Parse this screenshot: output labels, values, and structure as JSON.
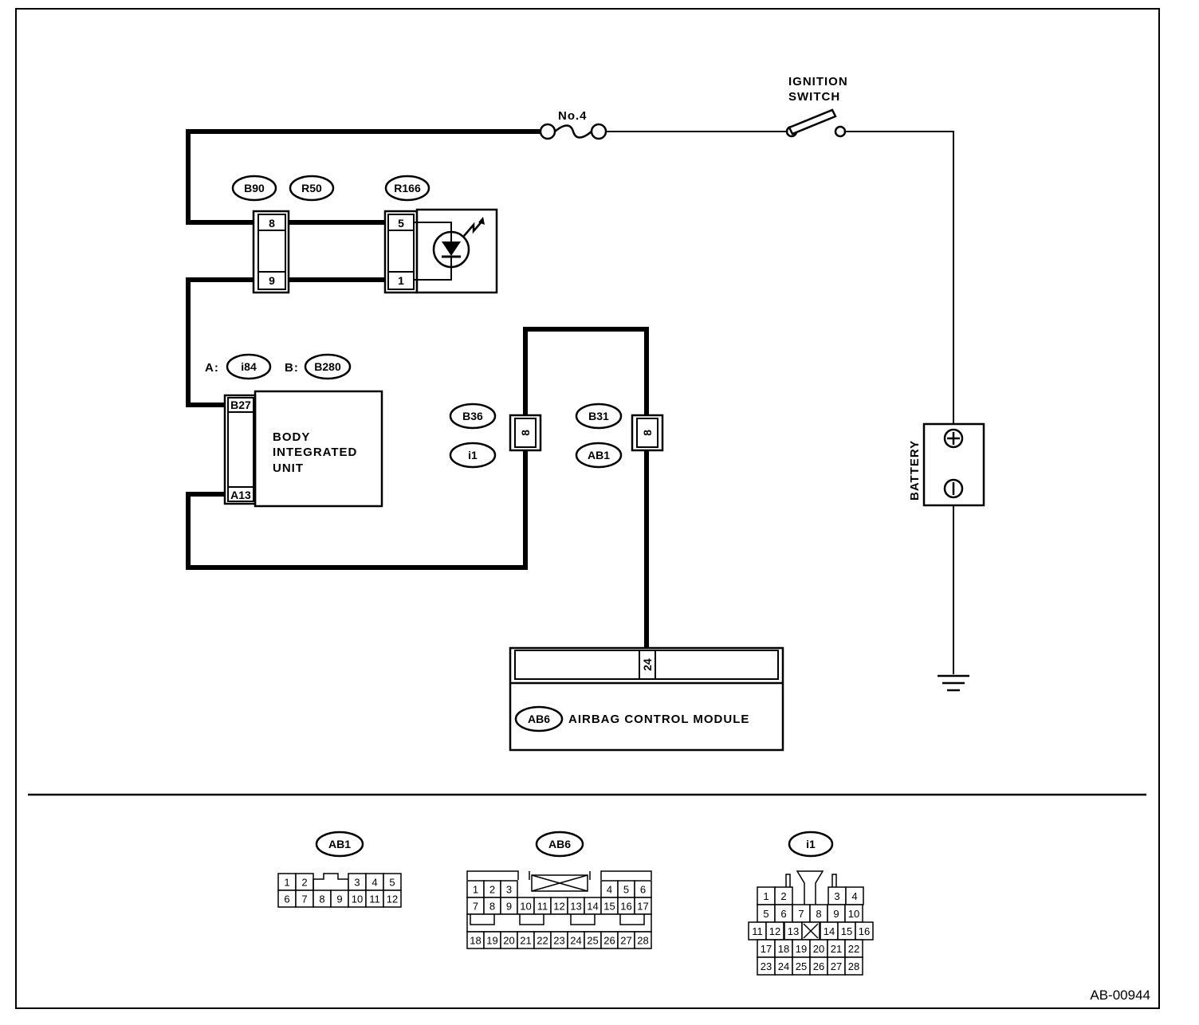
{
  "title_code": "AB-00944",
  "fuse": "No.4",
  "ignition": {
    "line1": "IGNITION",
    "line2": "SWITCH"
  },
  "battery": "BATTERY",
  "connector_tags": {
    "b90": "B90",
    "r50": "R50",
    "r166": "R166",
    "i84": "i84",
    "b280": "B280",
    "b36": "B36",
    "i1": "i1",
    "b31": "B31",
    "ab1": "AB1",
    "ab6": "AB6"
  },
  "bcu_prefix": {
    "a": "A:",
    "b": "B:"
  },
  "bcu_label": {
    "line1": "BODY",
    "line2": "INTEGRATED",
    "line3": "UNIT"
  },
  "bcu_pins": {
    "top": "B27",
    "bottom": "A13"
  },
  "joint_pins": {
    "top": "8",
    "bottom": "9"
  },
  "lamp_pins": {
    "top": "5",
    "bottom": "1"
  },
  "conn_pin_left": "8",
  "conn_pin_right": "8",
  "acm_pin": "24",
  "acm_label": "AIRBAG CONTROL MODULE",
  "legend": {
    "ab1_title": "AB1",
    "ab1_row1": [
      "1",
      "2",
      "3",
      "4",
      "5"
    ],
    "ab1_row2": [
      "6",
      "7",
      "8",
      "9",
      "10",
      "11",
      "12"
    ],
    "ab6_title": "AB6",
    "ab6_row1": [
      "1",
      "2",
      "3",
      "4",
      "5",
      "6"
    ],
    "ab6_row2": [
      "7",
      "8",
      "9",
      "10",
      "11",
      "12",
      "13",
      "14",
      "15",
      "16",
      "17"
    ],
    "ab6_row3": [
      "18",
      "19",
      "20",
      "21",
      "22",
      "23",
      "24",
      "25",
      "26",
      "27",
      "28"
    ],
    "i1_title": "i1",
    "i1_row1": [
      "1",
      "2",
      "3",
      "4"
    ],
    "i1_row2": [
      "5",
      "6",
      "7",
      "8",
      "9",
      "10"
    ],
    "i1_row3": [
      "11",
      "12",
      "13",
      "14",
      "15",
      "16"
    ],
    "i1_row4": [
      "17",
      "18",
      "19",
      "20",
      "21",
      "22"
    ],
    "i1_row5": [
      "23",
      "24",
      "25",
      "26",
      "27",
      "28"
    ]
  }
}
